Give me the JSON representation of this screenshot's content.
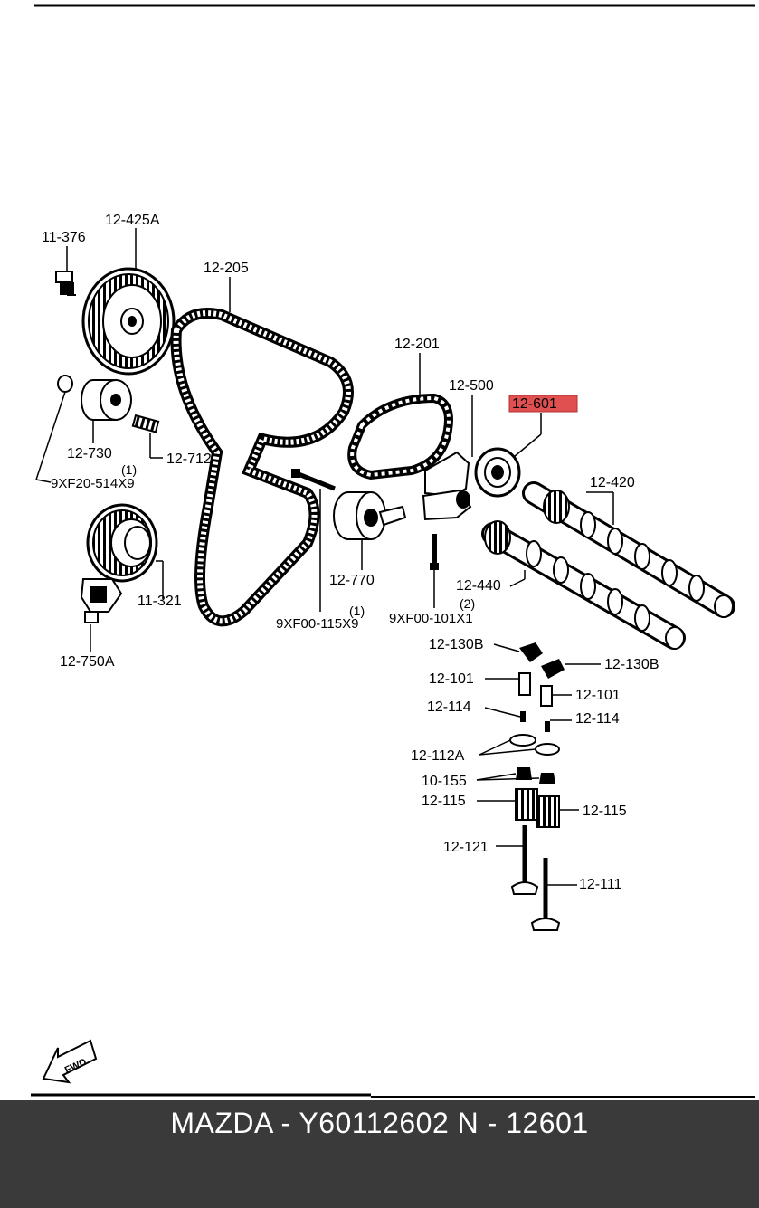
{
  "diagram": {
    "labels": {
      "l_11_376": "11-376",
      "l_12_425A": "12-425A",
      "l_12_205": "12-205",
      "l_12_201": "12-201",
      "l_12_500": "12-500",
      "l_12_601": "12-601",
      "l_12_420": "12-420",
      "l_12_730": "12-730",
      "l_12_712": "12-712",
      "l_1a": "(1)",
      "l_9xf20": "9XF20-514X9",
      "l_11_321": "11-321",
      "l_12_750A": "12-750A",
      "l_12_770": "12-770",
      "l_12_440": "12-440",
      "l_1b": "(1)",
      "l_9xf00_115": "9XF00-115X9",
      "l_2": "(2)",
      "l_9xf00_101": "9XF00-101X1",
      "l_12_130B_a": "12-130B",
      "l_12_130B_b": "12-130B",
      "l_12_101_a": "12-101",
      "l_12_101_b": "12-101",
      "l_12_114_a": "12-114",
      "l_12_114_b": "12-114",
      "l_12_112A": "12-112A",
      "l_10_155": "10-155",
      "l_12_115_a": "12-115",
      "l_12_115_b": "12-115",
      "l_12_121": "12-121",
      "l_12_111": "12-111",
      "fwd": "FWD"
    },
    "highlight_color": "#e05050"
  },
  "footer": {
    "caption": "MAZDA - Y60112602   N - 12601",
    "background": "#3a3a3a",
    "text_color": "#ffffff"
  }
}
